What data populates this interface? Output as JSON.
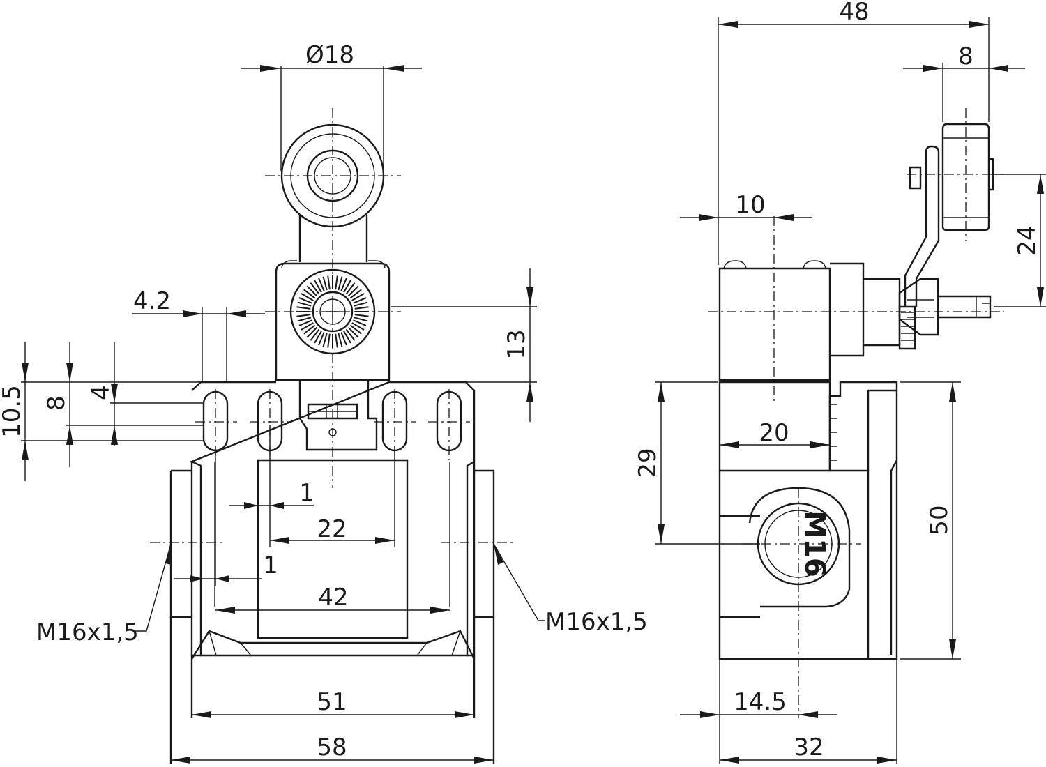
{
  "front_view": {
    "roller_diameter": "Ø18",
    "hole_spacing": "4.2",
    "pivot_height": "13",
    "dim_10_5": "10.5",
    "dim_8": "8",
    "dim_4": "4",
    "dim_1_upper": "1",
    "dim_22": "22",
    "dim_1_lower": "1",
    "dim_42": "42",
    "thread_left": "M16x1,5",
    "thread_right": "M16x1,5",
    "width_51": "51",
    "width_58": "58"
  },
  "side_view": {
    "overall_width": "48",
    "roller_width": "8",
    "offset_10": "10",
    "lever_24": "24",
    "dim_20": "20",
    "dim_29": "29",
    "height_50": "50",
    "conduit_label": "M16",
    "dim_14_5": "14.5",
    "depth_32": "32"
  }
}
